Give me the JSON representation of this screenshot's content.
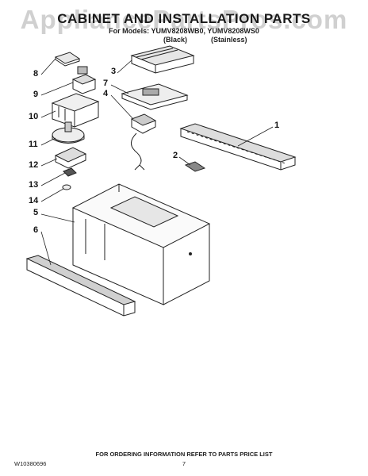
{
  "watermark": "AppliancePartsPros.com",
  "header": {
    "title": "CABINET AND INSTALLATION PARTS",
    "models_line": "For Models: YUMV8208WB0, YUMV8208WS0",
    "color_black": "(Black)",
    "color_stainless": "(Stainless)"
  },
  "callouts": {
    "c1": "1",
    "c2": "2",
    "c3": "3",
    "c4": "4",
    "c5": "5",
    "c6": "6",
    "c7": "7",
    "c8": "8",
    "c9": "9",
    "c10": "10",
    "c11": "11",
    "c12": "12",
    "c13": "13",
    "c14": "14"
  },
  "footer": {
    "doc_number": "W10380696",
    "ordering_info": "FOR ORDERING INFORMATION REFER TO PARTS PRICE LIST",
    "page_number": "7"
  }
}
